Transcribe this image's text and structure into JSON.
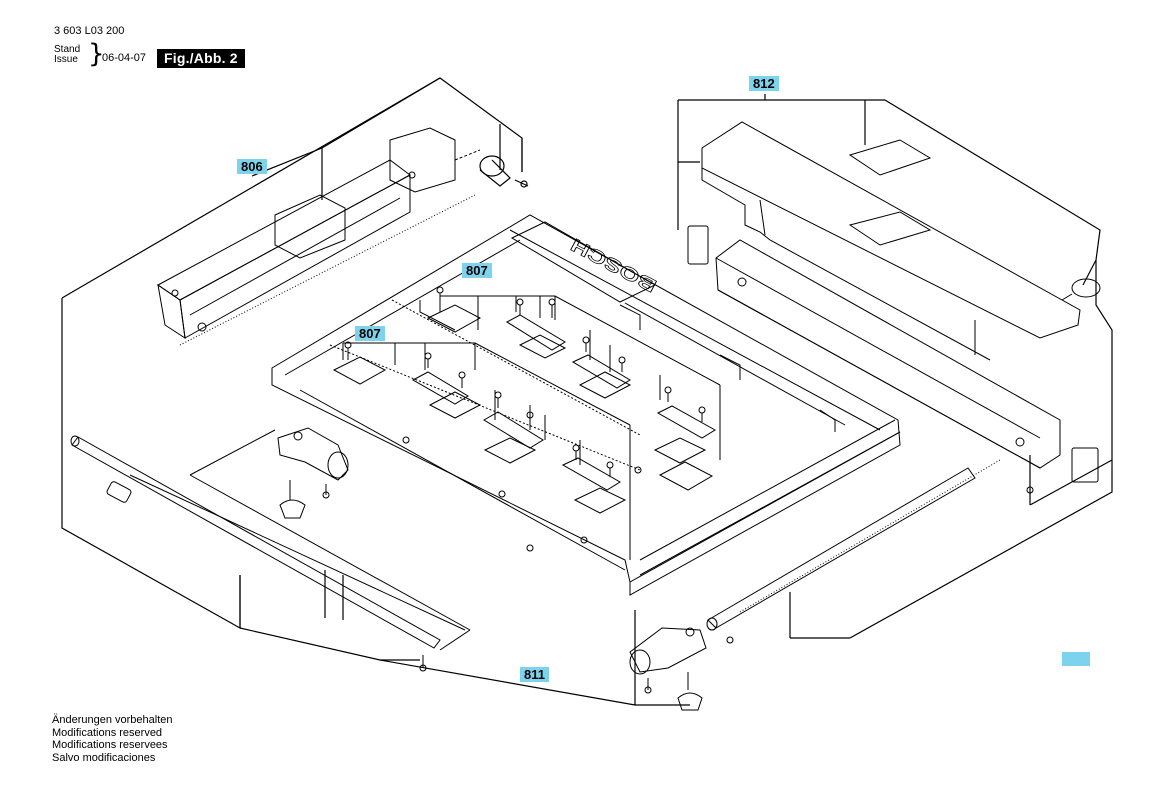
{
  "header": {
    "doc_number": "3 603 L03 200",
    "stand_label": "Stand",
    "issue_label": "Issue",
    "brace": "}",
    "issue_date": "06-04-07",
    "figure_label": "Fig./Abb. 2"
  },
  "parts": {
    "p806": "806",
    "p807a": "807",
    "p807b": "807",
    "p811": "811",
    "p812": "812"
  },
  "table_brand": "BOSCH",
  "footer": {
    "line1": "Änderungen vorbehalten",
    "line2": "Modifications reserved",
    "line3": "Modifications reservees",
    "line4": "Salvo modificaciones"
  },
  "colors": {
    "label_highlight": "#7ed3ec",
    "line": "#000000"
  }
}
